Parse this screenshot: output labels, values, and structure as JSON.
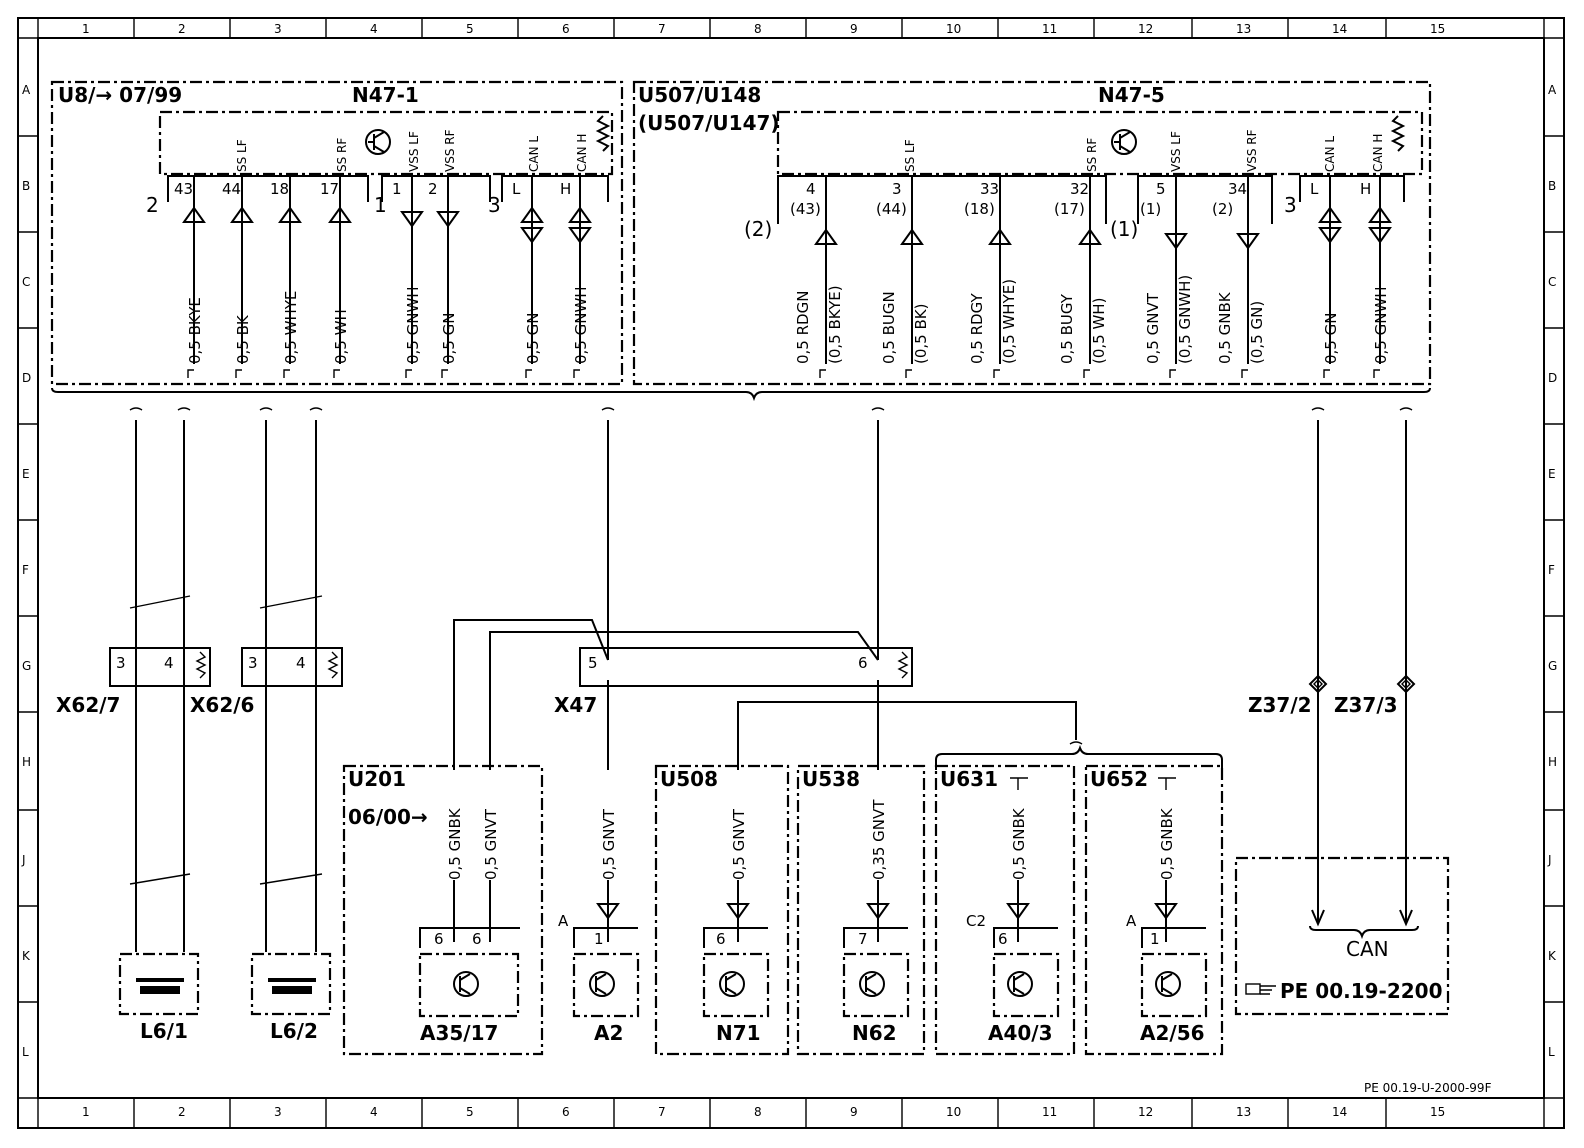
{
  "frame": {
    "column_numbers": [
      "1",
      "2",
      "3",
      "4",
      "5",
      "6",
      "7",
      "8",
      "9",
      "10",
      "11",
      "12",
      "13",
      "14",
      "15"
    ],
    "row_letters": [
      "A",
      "B",
      "C",
      "D",
      "E",
      "F",
      "G",
      "H",
      "J",
      "K",
      "L"
    ],
    "doc_ref": "PE 00.19-U-2000-99F"
  },
  "n47_1": {
    "variant": "U8/→ 07/99",
    "title": "N47-1",
    "group_a": "2",
    "group_b": "1",
    "group_c": "3",
    "pins": [
      "43",
      "44",
      "18",
      "17",
      "1",
      "2",
      "L",
      "H"
    ],
    "signals": [
      "SS LF",
      "SS RF",
      "VSS LF",
      "VSS RF",
      "CAN L",
      "CAN H"
    ],
    "wires": [
      "0,5 BKYE",
      "0,5 BK",
      "0,5 WHYE",
      "0,5 WH",
      "0,5 GNWH",
      "0,5 GN",
      "0,5 GN",
      "0,5 GNWH"
    ]
  },
  "n47_5": {
    "variant": "U507/U148",
    "variant_alt": "(U507/U147)",
    "title": "N47-5",
    "group_a": "(2)",
    "group_b": "(1)",
    "group_c": "3",
    "pins": [
      "4",
      "3",
      "33",
      "32",
      "5",
      "34",
      "L",
      "H"
    ],
    "pins_alt": [
      "(43)",
      "(44)",
      "(18)",
      "(17)",
      "(1)",
      "(2)"
    ],
    "signals": [
      "SS LF",
      "SS RF",
      "VSS LF",
      "VSS RF",
      "CAN L",
      "CAN H"
    ],
    "wires": [
      "0,5 RDGN",
      "0,5 BUGN",
      "0,5 RDGY",
      "0,5 BUGY",
      "0,5 GNVT",
      "0,5 GNBK",
      "0,5 GN",
      "0,5 GNWH"
    ],
    "wires_alt": [
      "(0,5 BKYE)",
      "(0,5 BK)",
      "(0,5 WHYE)",
      "(0,5 WH)",
      "(0,5 GNWH)",
      "(0,5 GN)"
    ]
  },
  "connectors": {
    "x62_7": "X62/7",
    "x62_6": "X62/6",
    "x47": "X47",
    "z37_2": "Z37/2",
    "z37_3": "Z37/3",
    "pins_x62": [
      "3",
      "4"
    ],
    "pins_x47": [
      "5",
      "6"
    ]
  },
  "sensors": [
    {
      "label": "L6/1"
    },
    {
      "label": "L6/2"
    }
  ],
  "modules": {
    "u201": {
      "variant": "U201",
      "date": "06/00→",
      "label": "A35/17",
      "pins": [
        "6",
        "6"
      ],
      "wires": [
        "0,5 GNBK",
        "0,5 GNVT"
      ]
    },
    "a2": {
      "label": "A2",
      "pin": "1",
      "conn": "A",
      "wire": "0,5 GNVT"
    },
    "u508": {
      "variant": "U508",
      "label": "N71",
      "pin": "6",
      "wire": "0,5 GNVT"
    },
    "u538": {
      "variant": "U538",
      "label": "N62",
      "pin": "7",
      "wire": "0,35 GNVT"
    },
    "u631": {
      "variant": "U631",
      "label": "A40/3",
      "pin": "6",
      "conn": "C2",
      "wire": "0,5 GNBK"
    },
    "u652": {
      "variant": "U652",
      "label": "A2/56",
      "pin": "1",
      "conn": "A",
      "wire": "0,5 GNBK"
    }
  },
  "can_ref": {
    "label": "CAN",
    "ref": "PE 00.19-2200"
  }
}
